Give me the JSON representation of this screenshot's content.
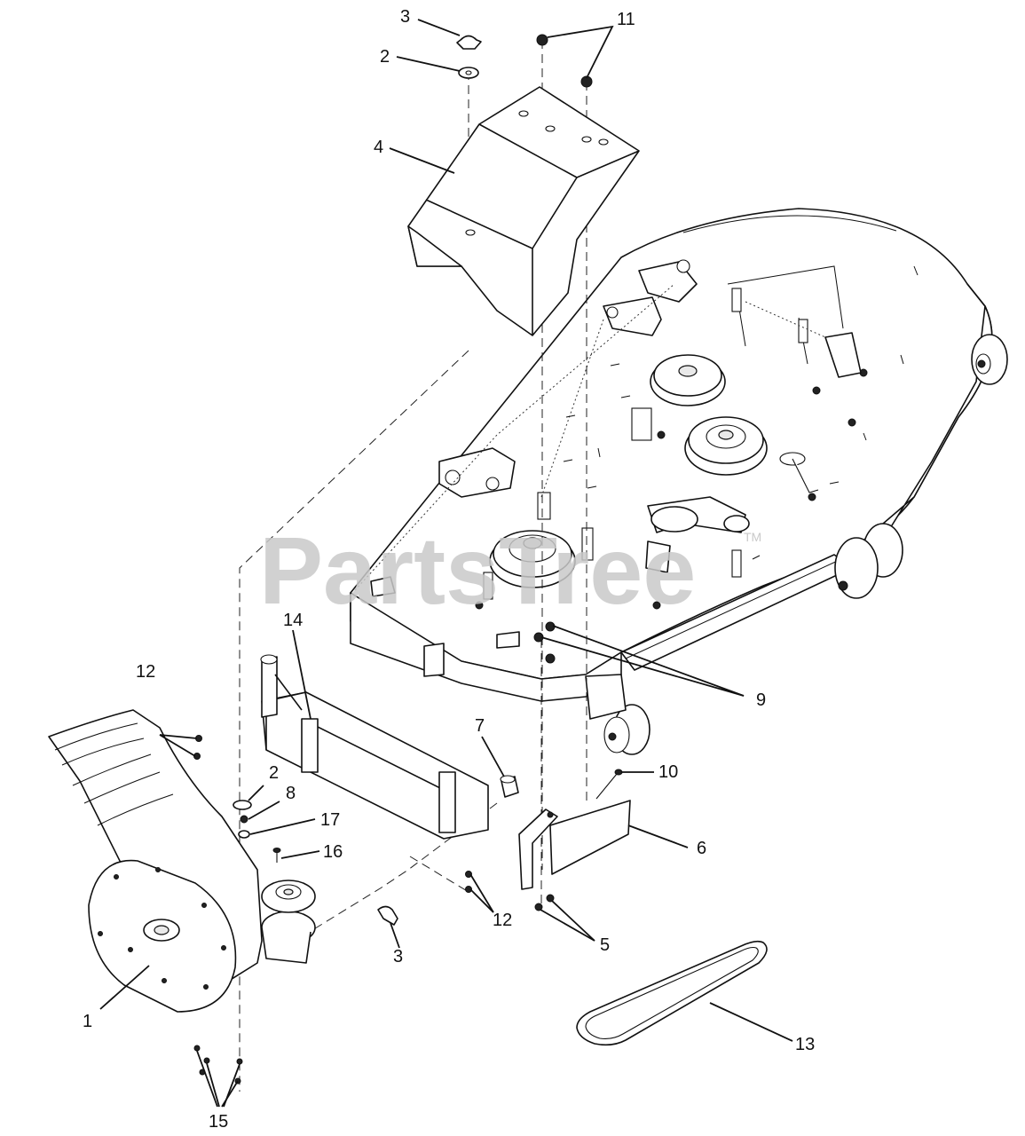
{
  "watermark": {
    "text": "PartsTree",
    "tm": "TM"
  },
  "callouts": [
    {
      "key": "c3a",
      "label": "3"
    },
    {
      "key": "c2a",
      "label": "2"
    },
    {
      "key": "c4",
      "label": "4"
    },
    {
      "key": "c11",
      "label": "11"
    },
    {
      "key": "c14",
      "label": "14"
    },
    {
      "key": "c12a",
      "label": "12"
    },
    {
      "key": "c7",
      "label": "7"
    },
    {
      "key": "c9",
      "label": "9"
    },
    {
      "key": "c10",
      "label": "10"
    },
    {
      "key": "c2b",
      "label": "2"
    },
    {
      "key": "c8",
      "label": "8"
    },
    {
      "key": "c17",
      "label": "17"
    },
    {
      "key": "c16",
      "label": "16"
    },
    {
      "key": "c6",
      "label": "6"
    },
    {
      "key": "c12b",
      "label": "12"
    },
    {
      "key": "c3b",
      "label": "3"
    },
    {
      "key": "c5",
      "label": "5"
    },
    {
      "key": "c1",
      "label": "1"
    },
    {
      "key": "c13",
      "label": "13"
    },
    {
      "key": "c15",
      "label": "15"
    }
  ]
}
